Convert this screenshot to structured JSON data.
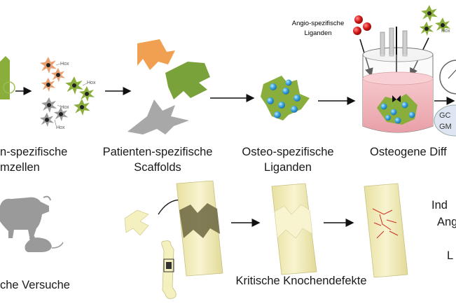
{
  "labels": {
    "stem_cells_line1": "n-spezifische",
    "stem_cells_line2": "mzellen",
    "scaffolds_line1": "Patienten-spezifische",
    "scaffolds_line2": "Scaffolds",
    "osteo_ligands_line1": "Osteo-spezifische",
    "osteo_ligands_line2": "Liganden",
    "osteogenic_diff": "Osteogene Diff",
    "angio_ligands_line1": "Angio-spezifische",
    "angio_ligands_line2": "Liganden",
    "animal_trials": "che Versuche",
    "critical_defects": "Kritische Knochendefekte",
    "right_text_1": "Ind",
    "right_text_2": "Ang",
    "right_text_3": "L",
    "gc_label": "GC",
    "gm_label": "GM",
    "hox_label": "Hox"
  },
  "colors": {
    "cell_orange": "#e8a070",
    "cell_green": "#8aae3c",
    "cell_gray": "#9a9a9a",
    "scaffold_orange": "#f0a050",
    "scaffold_green": "#7aa23a",
    "scaffold_gray": "#a8a8a8",
    "ligand_blue": "#3aa6e0",
    "bioreactor_fluid": "#f2b8bc",
    "bone": "#f4f0c0",
    "fracture_red": "#cc3020",
    "animal_gray": "#9a9a9a"
  }
}
